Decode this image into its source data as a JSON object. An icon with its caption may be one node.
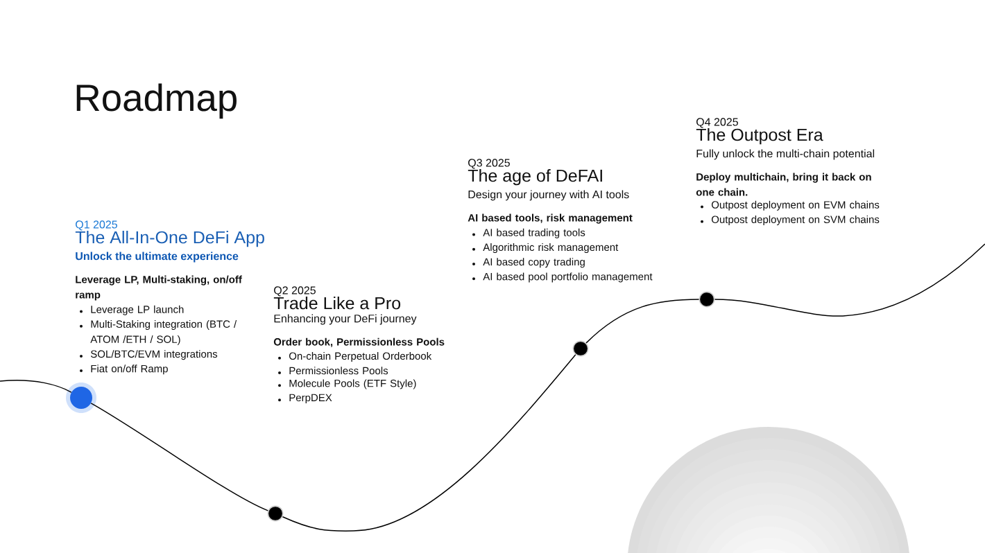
{
  "diagram": {
    "title": "Roadmap",
    "nodes": [
      {
        "text": [],
        "shape": "circle",
        "beside": [
          "Q1 2025",
          "The All-In-One DeFi App",
          "Unlock the ultimate experience",
          "Leverage LP, Multi-staking, on/off ramp",
          "Leverage LP launch",
          "Multi-Staking integration (BTC / ATOM /ETH / SOL)",
          "SOL/BTC/EVM integrations",
          "Fiat on/off Ramp"
        ]
      },
      {
        "text": [],
        "shape": "circle",
        "beside": [
          "Q2 2025",
          "Trade Like a Pro",
          "Enhancing your DeFi journey",
          "Order book, Permissionless Pools",
          "On-chain Perpetual Orderbook",
          "Permissionless Pools",
          "Molecule Pools (ETF Style)",
          "PerpDEX"
        ]
      },
      {
        "text": [],
        "shape": "circle",
        "beside": [
          "Q3 2025",
          "The age of DeFAI",
          "Design your journey with AI tools",
          "AI based tools, risk management",
          "AI based trading tools",
          "Algorithmic risk management",
          "AI based copy trading",
          "AI based pool portfolio management"
        ]
      },
      {
        "text": [],
        "shape": "circle",
        "beside": [
          "Q4 2025",
          "The Outpost Era",
          "Fully unlock the multi-chain potential",
          "Deploy multichain, bring it back on one chain.",
          "Outpost deployment on EVM chains",
          "Outpost deployment on SVM chains"
        ]
      }
    ],
    "edges": [
      {
        "from": null,
        "to": 0,
        "arrow": "none"
      },
      {
        "from": 0,
        "to": 1,
        "arrow": "none"
      },
      {
        "from": 1,
        "to": 2,
        "arrow": "none"
      },
      {
        "from": 2,
        "to": 3,
        "arrow": "none"
      },
      {
        "from": 3,
        "to": null,
        "arrow": "none"
      }
    ]
  }
}
